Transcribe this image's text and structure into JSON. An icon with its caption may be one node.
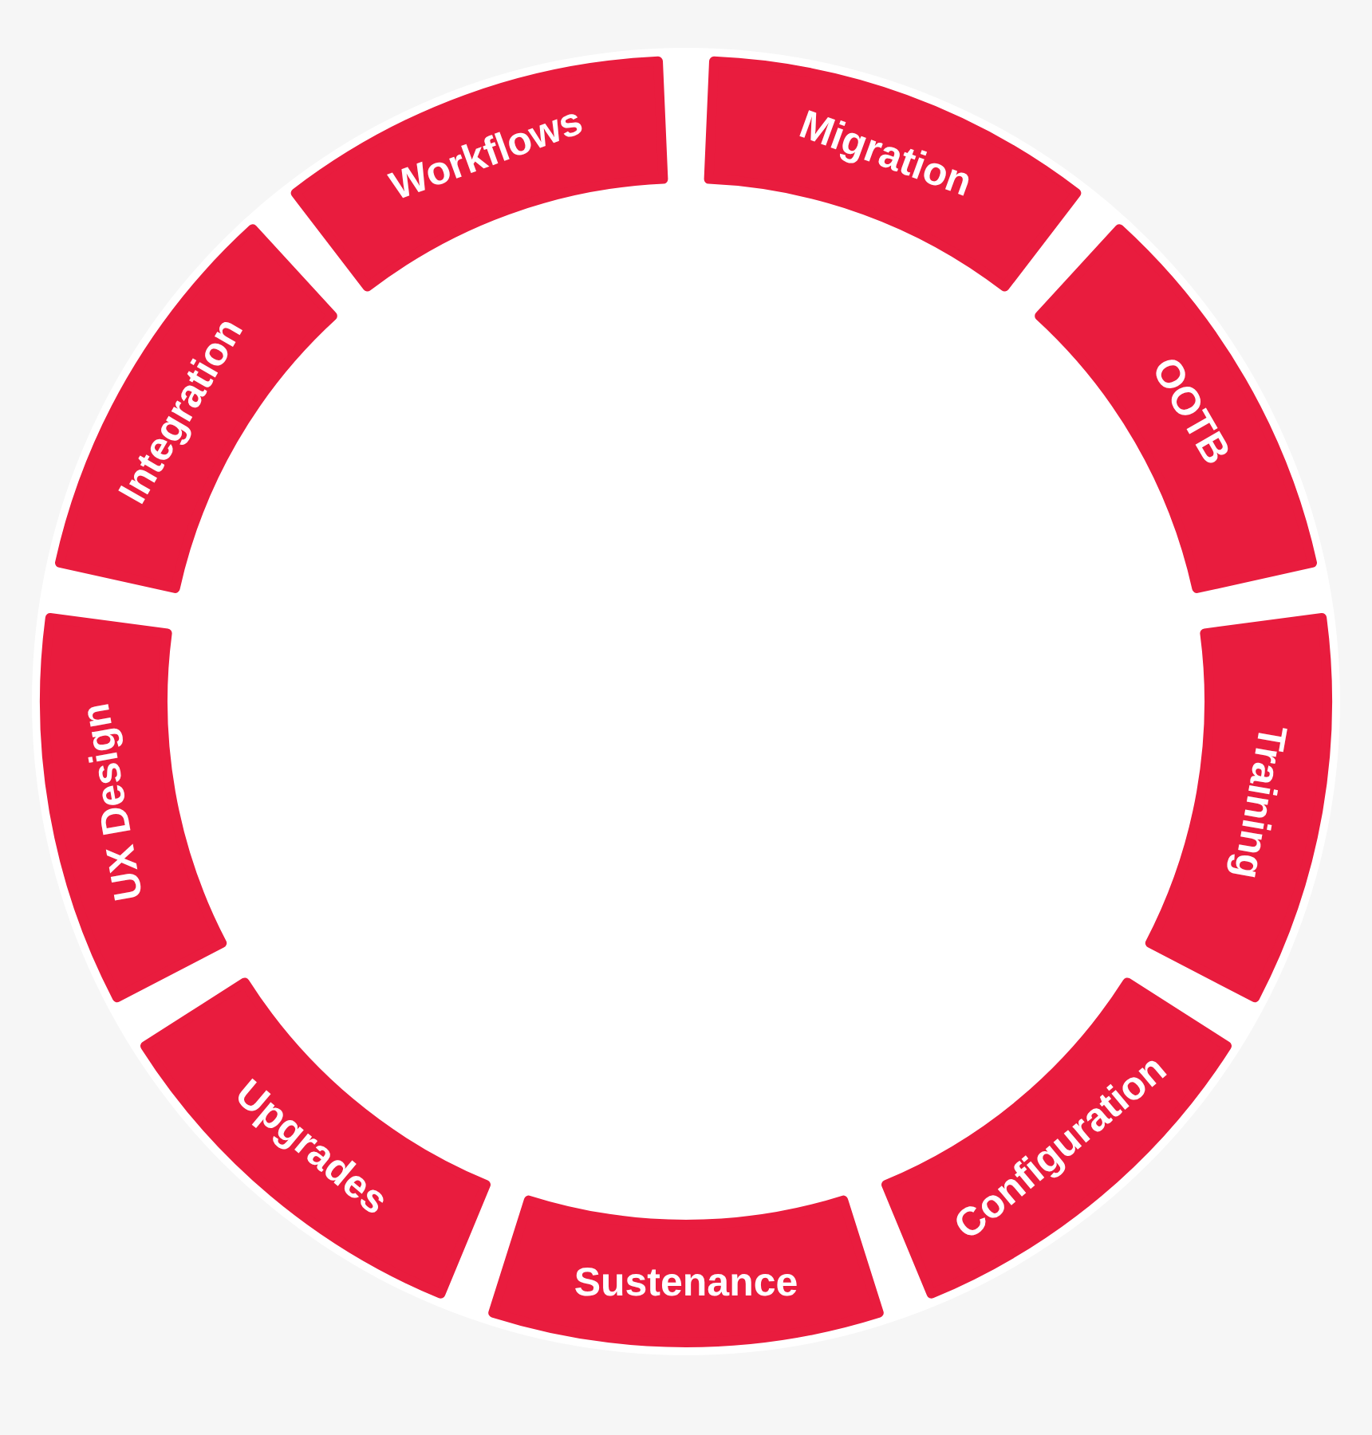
{
  "diagram": {
    "nodes": [
      {
        "text": [
          "Workflows"
        ]
      },
      {
        "text": [
          "Migration"
        ]
      },
      {
        "text": [
          "OOTB"
        ]
      },
      {
        "text": [
          "Training"
        ]
      },
      {
        "text": [
          "Configuration"
        ]
      },
      {
        "text": [
          "Sustenance"
        ]
      },
      {
        "text": [
          "Upgrades"
        ]
      },
      {
        "text": [
          "UX Design"
        ]
      },
      {
        "text": [
          "Integration"
        ]
      }
    ]
  }
}
